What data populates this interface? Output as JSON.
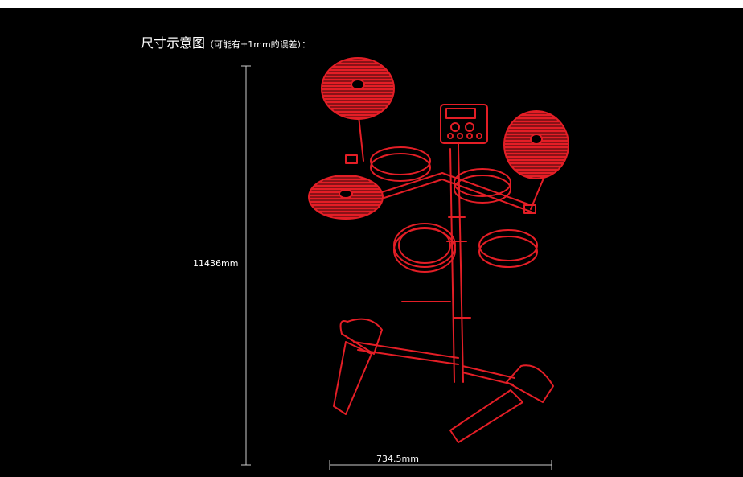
{
  "header": {
    "title": "尺寸示意图",
    "note": "（可能有±1mm的误差）：",
    "band_color": "#ffffff"
  },
  "dimensions": {
    "height": "11436mm",
    "width": "734.5mm",
    "line_color": "#cccccc"
  },
  "illustration": {
    "subject": "electronic drum kit line drawing",
    "color": "#e41e26",
    "background": "#000000"
  }
}
